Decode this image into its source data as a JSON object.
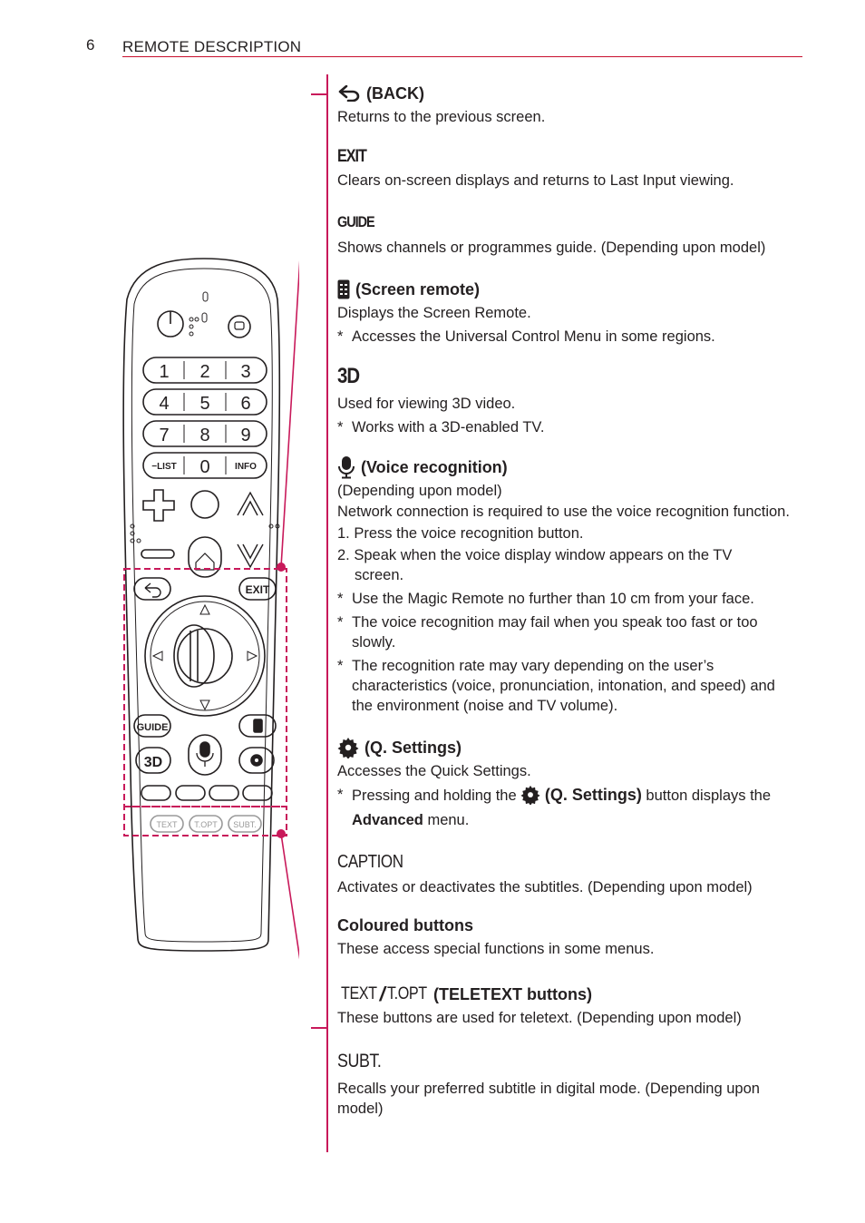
{
  "header": {
    "page_number": "6",
    "section": "REMOTE DESCRIPTION"
  },
  "colors": {
    "accent": "#c8195a",
    "rule": "#c8102e",
    "text": "#231f20"
  },
  "remote": {
    "numbers": [
      "1",
      "2",
      "3",
      "4",
      "5",
      "6",
      "7",
      "8",
      "9"
    ],
    "list_label": "−LIST",
    "zero": "0",
    "info_label": "INFO",
    "exit_label": "EXIT",
    "guide_label": "GUIDE",
    "three_d_label": "3D",
    "text_label": "TEXT",
    "topt_label": "T.OPT",
    "subt_label": "SUBT."
  },
  "entries": {
    "back": {
      "icon": "back-arrow-icon",
      "title": "(BACK)",
      "desc": "Returns to the previous screen."
    },
    "exit": {
      "glyph": "EXIT",
      "desc": "Clears on-screen displays and returns to Last Input viewing."
    },
    "guide": {
      "glyph": "GUIDE",
      "desc": "Shows channels or programmes guide. (Depending upon model)"
    },
    "screen_remote": {
      "icon": "screen-remote-icon",
      "title": "(Screen remote)",
      "desc": "Displays the Screen Remote.",
      "note": "Accesses the Universal Control Menu in some regions."
    },
    "three_d": {
      "glyph": "3D",
      "desc": "Used for viewing 3D video.",
      "note": "Works with a 3D-enabled TV."
    },
    "voice": {
      "icon": "microphone-icon",
      "title": "(Voice recognition)",
      "line1": "(Depending upon model)",
      "line2": "Network connection is required to use the voice recognition function.",
      "step1": "1. Press the voice recognition button.",
      "step2": "2. Speak when the voice display window appears on the TV",
      "step2b": "screen.",
      "note1": "Use the Magic Remote no further than 10 cm from your face.",
      "note2": "The voice recognition may fail when you speak too fast or too slowly.",
      "note3": "The recognition rate may vary depending on the user’s characteristics (voice, pronunciation, intonation, and speed) and the environment (noise and TV volume)."
    },
    "settings": {
      "icon": "gear-icon",
      "title": "(Q. Settings)",
      "desc": "Accesses the Quick Settings.",
      "note_pre": "Pressing and holding the",
      "note_bold": "(Q. Settings)",
      "note_mid": "button displays the",
      "note_bold2": "Advanced",
      "note_post": "menu."
    },
    "caption": {
      "glyph": "CAPTION",
      "desc": "Activates or deactivates the subtitles. (Depending upon model)"
    },
    "coloured": {
      "title": "Coloured buttons",
      "desc": "These access special functions in some menus."
    },
    "teletext": {
      "glyph_text": "TEXT",
      "glyph_sep": "/",
      "glyph_topt": "T.OPT",
      "title": "(TELETEXT buttons)",
      "desc": "These buttons are used for teletext. (Depending upon model)"
    },
    "subt": {
      "glyph": "SUBT.",
      "desc": "Recalls your preferred subtitle in digital mode. (Depending upon model)"
    }
  }
}
